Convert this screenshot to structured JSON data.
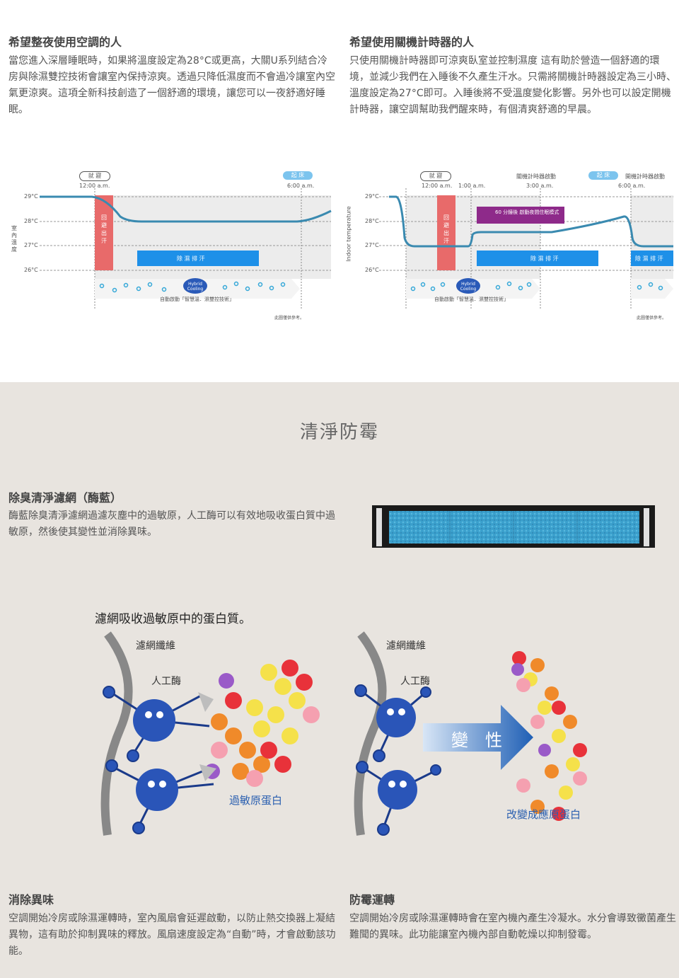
{
  "night": {
    "title": "希望整夜使用空調的人",
    "body": "當您進入深層睡眠時，如果將溫度設定為28°C或更高，大關U系列結合冷房與除濕雙控技術會讓室內保持涼爽。透過只降低濕度而不會過冷讓室內空氣更涼爽。這項全新科技創造了一個舒適的環境，讓您可以一夜舒適好睡眠。"
  },
  "timer": {
    "title": "希望使用關機計時器的人",
    "body": "只使用關機計時器即可涼爽臥室並控制濕度 這有助於營造一個舒適的環境，並減少我們在入睡後不久產生汗水。只需將關機計時器設定為三小時、溫度設定為27°C即可。入睡後將不受溫度變化影響。另外也可以設定開機計時器，讓空調幫助我們醒來時，有個清爽舒適的早晨。"
  },
  "chart_left": {
    "badge_sleep": "就 寢",
    "badge_wake": "起 床",
    "time_start": "12:00 a.m.",
    "time_end": "6:00 a.m.",
    "y_ticks": [
      "29°C",
      "28°C",
      "27°C",
      "26°C"
    ],
    "y_label": "室內溫度",
    "strip_label": "回避出汗",
    "band_label": "除 濕 排 汗",
    "arrow_label": "自動啟動「智慧溫．濕雙控技術」",
    "hybrid": "Hybrid Cooling",
    "note": "此圖僅供參考。"
  },
  "chart_right": {
    "badge_sleep": "就 寢",
    "badge_wake": "起 床",
    "time_start": "12:00 a.m.",
    "time_1am": "1:00 a.m.",
    "time_3am": "3:00 a.m.",
    "time_end": "6:00 a.m.",
    "off_timer": "關機計時器啟動",
    "on_timer": "開機計時器啟動",
    "y_ticks": [
      "29°C",
      "28°C",
      "27°C",
      "26°C"
    ],
    "y_label": "Indoor temperature",
    "strip_label": "回避出汗",
    "band_label": "除 濕 排 汗",
    "band_label2": "除 濕 排 汗",
    "popup": "60 分鐘後 啟動夜間住眠模式",
    "arrow_label": "自動啟動「智慧溫．濕雙控技術」",
    "hybrid": "Hybrid Cooling",
    "note": "此圖僅供參考。"
  },
  "section": {
    "title": "清淨防霉"
  },
  "filter": {
    "title": "除臭清淨濾網（酶藍）",
    "body": "酶藍除臭清淨濾網過濾灰塵中的過敏原，人工酶可以有效地吸收蛋白質中過敏原，然後使其變性並消除異味。"
  },
  "diagram": {
    "heading": "濾網吸收過敏原中的蛋白質。",
    "fiber_left": "濾網纖維",
    "enzyme_left": "人工酶",
    "allergen": "過敏原蛋白",
    "fiber_right": "濾網纖維",
    "enzyme_right": "人工酶",
    "arrow_text": "變　性",
    "changed": "改變成應原蛋白"
  },
  "odor": {
    "title": "消除異味",
    "body": "空調開始冷房或除濕運轉時，室內風扇會延遲啟動，以防止熱交換器上凝結異物，這有助於抑制異味的釋放。風扇速度設定為“自動”時，才會啟動該功能。"
  },
  "mold": {
    "title": "防霉運轉",
    "body": "空調開始冷房或除濕運轉時會在室內機內產生冷凝水。水分會導致黴菌產生難聞的異味。此功能讓室內機內部自動乾燥以抑制發霉。"
  },
  "colors": {
    "curve": "#3a8ab0",
    "band": "#1e90e8",
    "strip": "#e86a6a",
    "enzyme": "#2a55b8",
    "arrow": "#1f5fb5"
  }
}
